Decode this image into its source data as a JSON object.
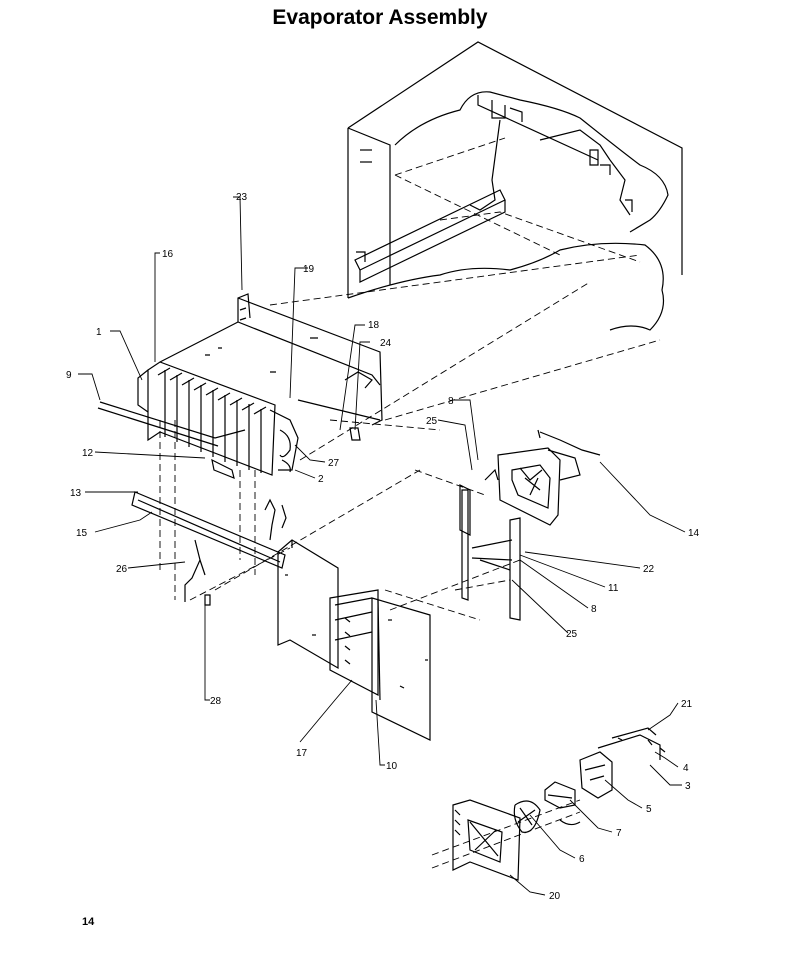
{
  "title": "Evaporator Assembly",
  "page_number": "14",
  "callouts": [
    "1",
    "2",
    "3",
    "4",
    "5",
    "6",
    "7",
    "8",
    "8",
    "9",
    "10",
    "11",
    "12",
    "13",
    "14",
    "15",
    "16",
    "17",
    "18",
    "19",
    "20",
    "21",
    "22",
    "23",
    "24",
    "25",
    "25",
    "26",
    "27",
    "28"
  ]
}
